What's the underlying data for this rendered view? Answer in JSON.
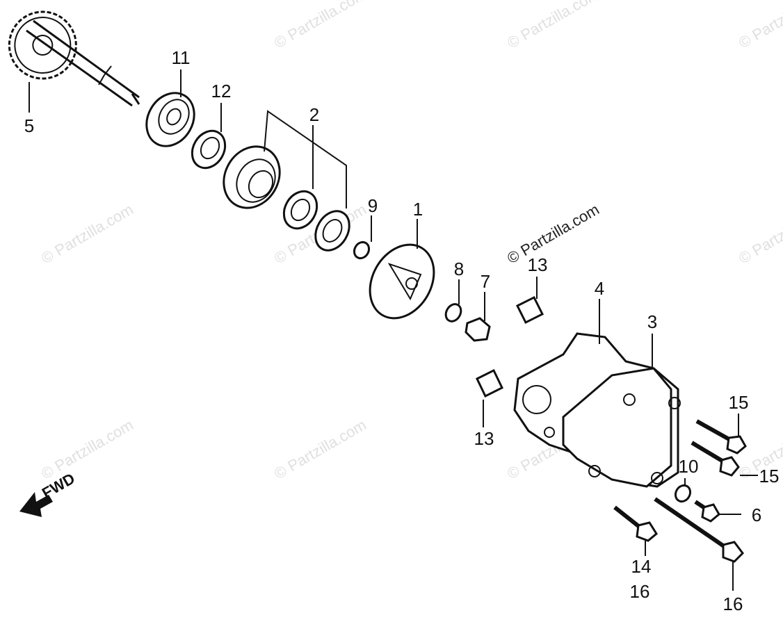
{
  "watermark": "© Partzilla.com",
  "fwd_label": "FWD",
  "labels": {
    "l1": "1",
    "l2": "2",
    "l3": "3",
    "l4": "4",
    "l5": "5",
    "l6": "6",
    "l7": "7",
    "l8": "8",
    "l9": "9",
    "l10": "10",
    "l11": "11",
    "l12": "12",
    "l13a": "13",
    "l13b": "13",
    "l14": "14",
    "l15a": "15",
    "l15b": "15",
    "l16a": "16",
    "l16b": "16"
  }
}
